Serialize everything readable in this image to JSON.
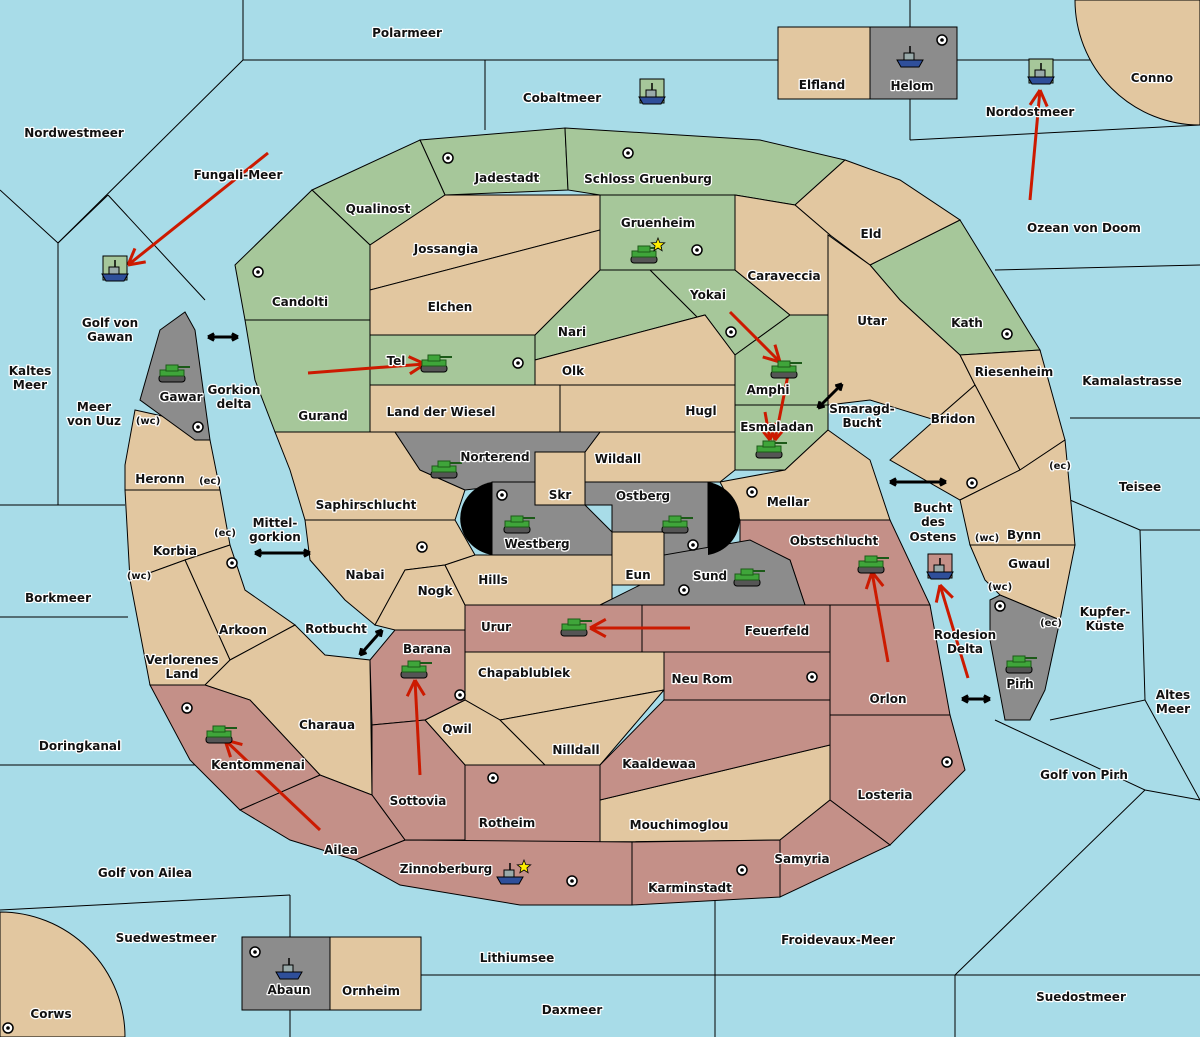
{
  "colors": {
    "sea": "#a8dce8",
    "neutral": "#e2c7a0",
    "green": "#a6c79a",
    "red": "#c49088",
    "gray": "#8c8c8c",
    "order_arrow": "#cc1a00",
    "tank": "#3fa53a",
    "fleet": "#2f4f9a",
    "star": "#ffee00"
  },
  "sea_regions": [
    "Polarmeer",
    "Cobaltmeer",
    "Nordwestmeer",
    "Fungali-Meer",
    "Golf von",
    "Gawan",
    "Kaltes",
    "Meer",
    "Meer",
    "von Uuz",
    "Gorkion",
    "delta",
    "Mittel-",
    "gorkion",
    "Rotbucht",
    "Borkmeer",
    "Doringkanal",
    "Golf von Ailea",
    "Suedwestmeer",
    "Lithiumsee",
    "Daxmeer",
    "Froidevaux-Meer",
    "Suedostmeer",
    "Golf von Pirh",
    "Altes",
    "Meer",
    "Kupfer-",
    "Küste",
    "Teisee",
    "Kamalastrasse",
    "Ozean von Doom",
    "Nordostmeer",
    "Smaragd-",
    "Bucht",
    "Bucht",
    "des",
    "Ostens",
    "Rodesion",
    "Delta"
  ],
  "territories": [
    {
      "name": "Jadestadt",
      "owner": "green"
    },
    {
      "name": "Schloss Gruenburg",
      "owner": "green"
    },
    {
      "name": "Qualinost",
      "owner": "green"
    },
    {
      "name": "Candolti",
      "owner": "green"
    },
    {
      "name": "Gurand",
      "owner": "green"
    },
    {
      "name": "Gruenheim",
      "owner": "green"
    },
    {
      "name": "Yokai",
      "owner": "green"
    },
    {
      "name": "Nari",
      "owner": "green"
    },
    {
      "name": "Tel",
      "owner": "green"
    },
    {
      "name": "Amphi",
      "owner": "green"
    },
    {
      "name": "Esmaladan",
      "owner": "green"
    },
    {
      "name": "Kath",
      "owner": "green"
    },
    {
      "name": "Eld",
      "owner": "neutral"
    },
    {
      "name": "Jossangia",
      "owner": "neutral"
    },
    {
      "name": "Elchen",
      "owner": "neutral"
    },
    {
      "name": "Olk",
      "owner": "neutral"
    },
    {
      "name": "Caraveccia",
      "owner": "neutral"
    },
    {
      "name": "Utar",
      "owner": "neutral"
    },
    {
      "name": "Riesenheim",
      "owner": "neutral"
    },
    {
      "name": "Bridon",
      "owner": "neutral"
    },
    {
      "name": "Bynn",
      "owner": "neutral"
    },
    {
      "name": "Gwaul",
      "owner": "neutral"
    },
    {
      "name": "Land der Wiesel",
      "owner": "neutral"
    },
    {
      "name": "Hugl",
      "owner": "neutral"
    },
    {
      "name": "Wildall",
      "owner": "neutral"
    },
    {
      "name": "Mellar",
      "owner": "neutral"
    },
    {
      "name": "Saphirschlucht",
      "owner": "neutral"
    },
    {
      "name": "Nabai",
      "owner": "neutral"
    },
    {
      "name": "Nogk",
      "owner": "neutral"
    },
    {
      "name": "Hills",
      "owner": "neutral"
    },
    {
      "name": "Skr",
      "owner": "neutral"
    },
    {
      "name": "Eun",
      "owner": "neutral"
    },
    {
      "name": "Heronn",
      "owner": "neutral"
    },
    {
      "name": "Korbia",
      "owner": "neutral"
    },
    {
      "name": "Arkoon",
      "owner": "neutral"
    },
    {
      "name": "Verlorenes",
      "owner": "neutral"
    },
    {
      "name": "Charaua",
      "owner": "neutral"
    },
    {
      "name": "Chapablublek",
      "owner": "neutral"
    },
    {
      "name": "Qwil",
      "owner": "neutral"
    },
    {
      "name": "Nilldall",
      "owner": "neutral"
    },
    {
      "name": "Mouchimoglou",
      "owner": "neutral"
    },
    {
      "name": "Obstschlucht",
      "owner": "red"
    },
    {
      "name": "Urur",
      "owner": "red"
    },
    {
      "name": "Feuerfeld",
      "owner": "red"
    },
    {
      "name": "Neu Rom",
      "owner": "red"
    },
    {
      "name": "Orlon",
      "owner": "red"
    },
    {
      "name": "Barana",
      "owner": "red"
    },
    {
      "name": "Sottovia",
      "owner": "red"
    },
    {
      "name": "Rotheim",
      "owner": "red"
    },
    {
      "name": "Kaaldewaa",
      "owner": "red"
    },
    {
      "name": "Losteria",
      "owner": "red"
    },
    {
      "name": "Samyria",
      "owner": "red"
    },
    {
      "name": "Karminstadt",
      "owner": "red"
    },
    {
      "name": "Zinnoberburg",
      "owner": "red"
    },
    {
      "name": "Ailea",
      "owner": "red"
    },
    {
      "name": "Kentommenai",
      "owner": "red"
    },
    {
      "name": "Gawar",
      "owner": "gray"
    },
    {
      "name": "Norterend",
      "owner": "gray"
    },
    {
      "name": "Westberg",
      "owner": "gray"
    },
    {
      "name": "Ostberg",
      "owner": "gray"
    },
    {
      "name": "Sund",
      "owner": "gray"
    },
    {
      "name": "Pirh",
      "owner": "gray"
    },
    {
      "name": "Elfland",
      "owner": "neutral"
    },
    {
      "name": "Helom",
      "owner": "gray"
    },
    {
      "name": "Abaun",
      "owner": "gray"
    },
    {
      "name": "Ornheim",
      "owner": "neutral"
    },
    {
      "name": "Conno",
      "owner": "neutral"
    },
    {
      "name": "Corws",
      "owner": "neutral"
    }
  ],
  "extra_labels": [
    "Land"
  ],
  "coasts": [
    "(wc)",
    "(ec)",
    "(ec)",
    "(wc)",
    "(wc)",
    "(ec)",
    "(wc)",
    "(ec)"
  ],
  "units": [
    {
      "type": "army",
      "owner": "green",
      "location": "Gruenheim"
    },
    {
      "type": "army",
      "owner": "green",
      "location": "Tel"
    },
    {
      "type": "army",
      "owner": "green",
      "location": "Amphi"
    },
    {
      "type": "army",
      "owner": "green",
      "location": "Esmaladan"
    },
    {
      "type": "army",
      "owner": "green",
      "location": "Gawar"
    },
    {
      "type": "army",
      "owner": "green",
      "location": "Norterend"
    },
    {
      "type": "army",
      "owner": "green",
      "location": "Westberg"
    },
    {
      "type": "army",
      "owner": "green",
      "location": "Ostberg"
    },
    {
      "type": "army",
      "owner": "green",
      "location": "Sund"
    },
    {
      "type": "army",
      "owner": "green",
      "location": "Obstschlucht"
    },
    {
      "type": "army",
      "owner": "green",
      "location": "Urur"
    },
    {
      "type": "army",
      "owner": "green",
      "location": "Barana"
    },
    {
      "type": "army",
      "owner": "green",
      "location": "Kentommenai"
    },
    {
      "type": "army",
      "owner": "green",
      "location": "Pirh"
    },
    {
      "type": "fleet",
      "owner": "green",
      "location": "Golf von Gawan"
    },
    {
      "type": "fleet",
      "owner": "green",
      "location": "Cobaltmeer"
    },
    {
      "type": "fleet",
      "owner": "gray",
      "location": "Helom"
    },
    {
      "type": "fleet",
      "owner": "green",
      "location": "Nordostmeer"
    },
    {
      "type": "fleet",
      "owner": "red",
      "location": "Rodesion Delta"
    },
    {
      "type": "fleet",
      "owner": "gray",
      "location": "Zinnoberburg"
    },
    {
      "type": "fleet",
      "owner": "gray",
      "location": "Abaun"
    }
  ],
  "orders": [
    {
      "from": "Fungali-Meer",
      "to": "Golf von Gawan"
    },
    {
      "from": "Gurand",
      "to": "Tel"
    },
    {
      "from": "Yokai",
      "to": "Amphi"
    },
    {
      "from": "Amphi",
      "to": "Esmaladan"
    },
    {
      "from": "Esmaladan",
      "to": "Esmaladan"
    },
    {
      "from": "Feuerfeld",
      "to": "Urur"
    },
    {
      "from": "Orlon",
      "to": "Obstschlucht"
    },
    {
      "from": "Rodesion Delta",
      "to": "Rodesion Delta"
    },
    {
      "from": "Sottovia",
      "to": "Barana"
    },
    {
      "from": "Ailea",
      "to": "Kentommenai"
    },
    {
      "from": "Ozean von Doom",
      "to": "Nordostmeer"
    }
  ]
}
